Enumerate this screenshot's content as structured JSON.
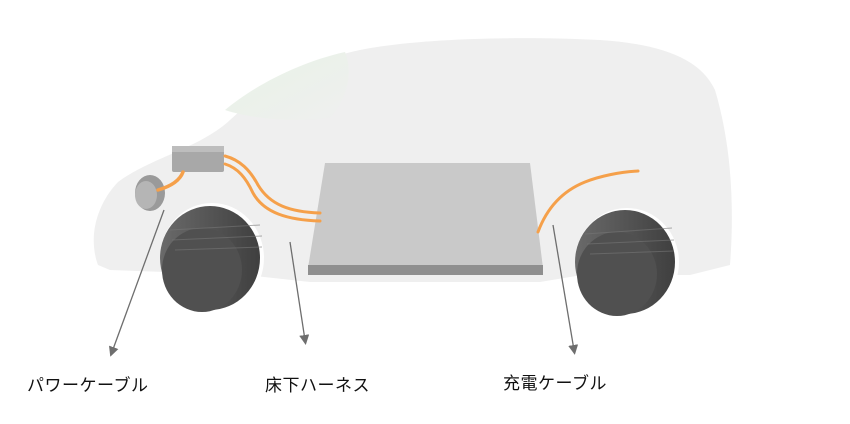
{
  "labels": {
    "power_cable": "パワーケーブル",
    "floor_harness": "床下ハーネス",
    "charge_cable": "充電ケーブル"
  },
  "colors": {
    "body": "#efefef",
    "cable": "#f5a04a",
    "battery_top": "#c9c9c9",
    "battery_base": "#8f8f8f",
    "tire": "#5a5a5a",
    "component": "#a8a8a8",
    "leader": "#6e6e6e"
  }
}
